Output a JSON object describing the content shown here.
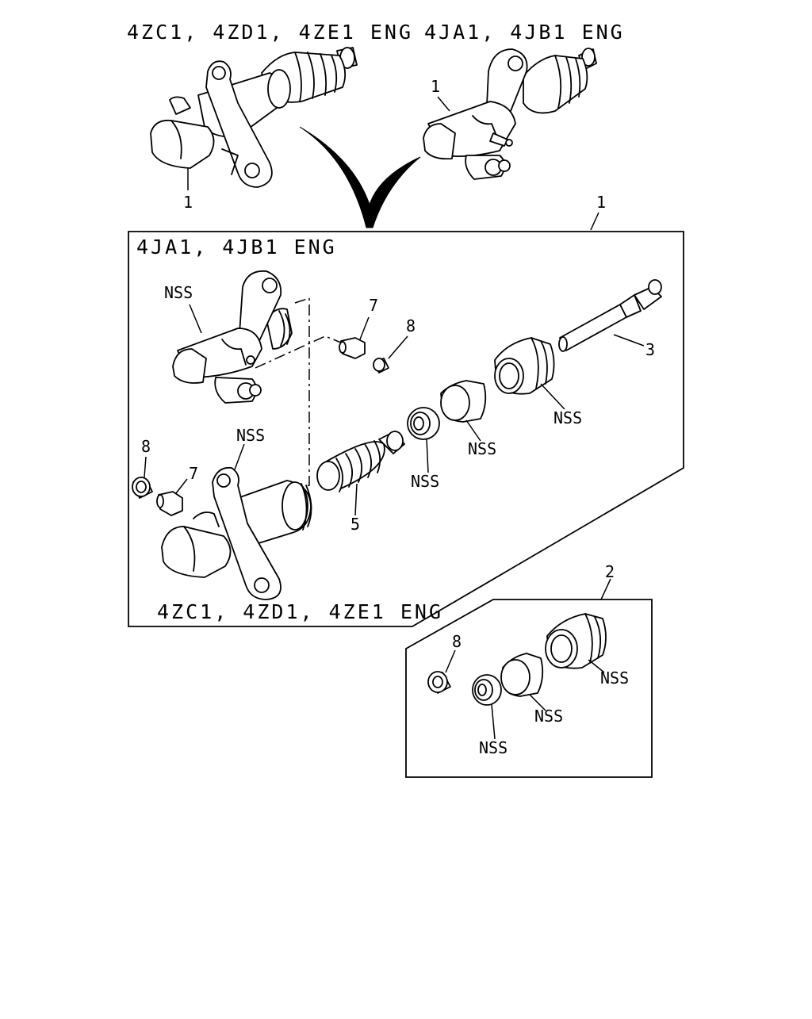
{
  "headers": {
    "top_left": "4ZC1, 4ZD1, 4ZE1  ENG",
    "top_right": "4JA1, 4JB1  ENG",
    "box_top": "4JA1, 4JB1  ENG",
    "box_bottom": "4ZC1, 4ZD1, 4ZE1  ENG"
  },
  "callouts": {
    "top_left_assy": "1",
    "top_right_assy": "1",
    "main_box": "1",
    "kit_box": "2",
    "push_rod": "3",
    "spring_rings": "5",
    "bleeder_upper": "7",
    "cap_upper": "8",
    "bleeder_lower": "7",
    "cap_lower": "8",
    "kit_cap": "8"
  },
  "nss": {
    "box_upper_body": "NSS",
    "box_lower_body": "NSS",
    "boot": "NSS",
    "piston": "NSS",
    "seal": "NSS",
    "kit_boot": "NSS",
    "kit_piston": "NSS",
    "kit_seal": "NSS"
  }
}
